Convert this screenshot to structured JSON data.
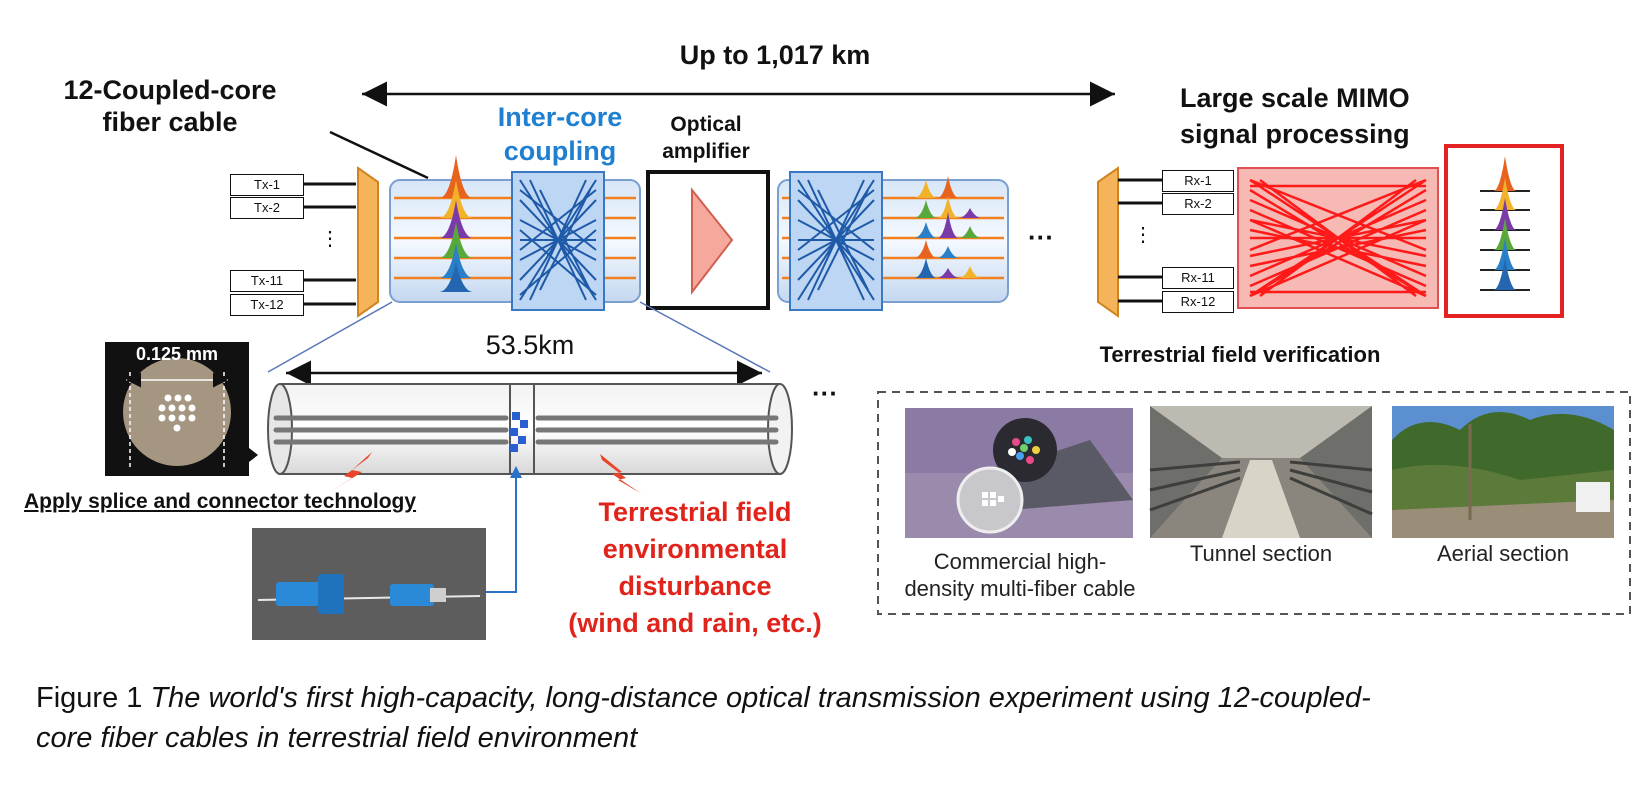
{
  "labels": {
    "distance": "Up to 1,017 km",
    "cable": [
      "12-Coupled-core",
      "fiber cable"
    ],
    "coupling": [
      "Inter-core",
      "coupling"
    ],
    "amplifier": [
      "Optical",
      "amplifier"
    ],
    "mimo": [
      "Large scale MIMO",
      "signal processing"
    ],
    "span": "53.5km",
    "core_size": "0.125 mm",
    "splice": "Apply splice and connector technology",
    "disturbance": [
      "Terrestrial field",
      "environmental",
      "disturbance",
      "(wind and rain, etc.)"
    ],
    "field_title": "Terrestrial field verification",
    "ellipsis": "···",
    "vdots": "⋮"
  },
  "tx_ports": [
    "Tx-1",
    "Tx-2",
    "Tx-11",
    "Tx-12"
  ],
  "rx_ports": [
    "Rx-1",
    "Rx-2",
    "Rx-11",
    "Rx-12"
  ],
  "photos": [
    {
      "caption": [
        "Commercial high-",
        "density multi-fiber cable"
      ]
    },
    {
      "caption": [
        "Tunnel section"
      ]
    },
    {
      "caption": [
        "Aerial section"
      ]
    }
  ],
  "figure": {
    "number": "Figure 1",
    "caption_line1": "The world's first high-capacity, long-distance optical transmission experiment using 12-coupled-",
    "caption_line2": "core fiber cables in terrestrial field environment"
  },
  "colors": {
    "accent_blue": "#1f7fd1",
    "accent_red": "#e0241b",
    "mux_orange": "#f6b45a",
    "coupling_red": "#ff2020"
  }
}
